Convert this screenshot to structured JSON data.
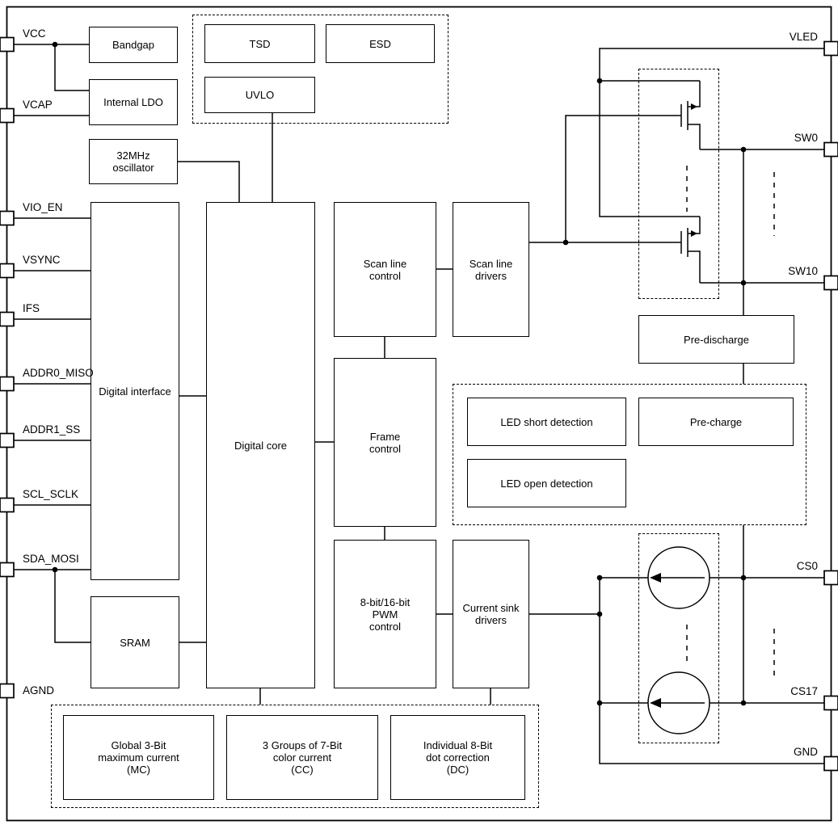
{
  "pins": {
    "left": [
      {
        "name": "VCC"
      },
      {
        "name": "VCAP"
      },
      {
        "name": "VIO_EN"
      },
      {
        "name": "VSYNC"
      },
      {
        "name": "IFS"
      },
      {
        "name": "ADDR0_MISO"
      },
      {
        "name": "ADDR1_SS"
      },
      {
        "name": "SCL_SCLK"
      },
      {
        "name": "SDA_MOSI"
      },
      {
        "name": "AGND"
      }
    ],
    "right": [
      {
        "name": "VLED"
      },
      {
        "name": "SW0"
      },
      {
        "name": "SW10"
      },
      {
        "name": "CS0"
      },
      {
        "name": "CS17"
      },
      {
        "name": "GND"
      }
    ]
  },
  "blocks": {
    "bandgap": "Bandgap",
    "internal_ldo": "Internal LDO",
    "oscillator": "32MHz\noscillator",
    "tsd": "TSD",
    "esd": "ESD",
    "uvlo": "UVLO",
    "digital_interface": "Digital interface",
    "digital_core": "Digital core",
    "scan_line_control": "Scan line\ncontrol",
    "scan_line_drivers": "Scan line\ndrivers",
    "frame_control": "Frame\ncontrol",
    "pwm_control": "8-bit/16-bit\nPWM\ncontrol",
    "current_sink_drivers": "Current sink\ndrivers",
    "sram": "SRAM",
    "pre_discharge": "Pre-discharge",
    "led_short_detection": "LED short detection",
    "pre_charge": "Pre-charge",
    "led_open_detection": "LED open detection",
    "mc": "Global 3-Bit\nmaximum current\n(MC)",
    "cc": "3 Groups of 7-Bit\ncolor current\n(CC)",
    "dc": "Individual 8-Bit\ndot correction\n(DC)"
  },
  "icons": {
    "mosfet": "nmos-switch-icon",
    "current_source": "current-sink-icon",
    "junction": "junction-dot",
    "continuation": "ellipsis-dashes"
  },
  "colors": {
    "line": "#000000",
    "background": "#ffffff",
    "block_fill": "#ffffff"
  }
}
